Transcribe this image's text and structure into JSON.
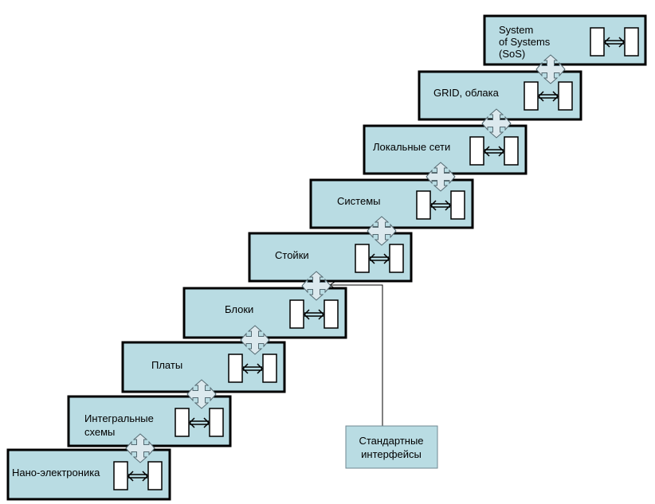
{
  "levels": [
    {
      "id": "nano",
      "label_lines": [
        "Нано-электроника"
      ]
    },
    {
      "id": "ic",
      "label_lines": [
        "Интегральные",
        "схемы"
      ]
    },
    {
      "id": "boards",
      "label_lines": [
        "Платы"
      ]
    },
    {
      "id": "blocks",
      "label_lines": [
        "Блоки"
      ]
    },
    {
      "id": "racks",
      "label_lines": [
        "Стойки"
      ]
    },
    {
      "id": "systems",
      "label_lines": [
        "Системы"
      ]
    },
    {
      "id": "lan",
      "label_lines": [
        "Локальные сети"
      ]
    },
    {
      "id": "grid",
      "label_lines": [
        "GRID, облака"
      ]
    },
    {
      "id": "sos",
      "label_lines": [
        "System",
        "of Systems",
        "(SoS)"
      ]
    }
  ],
  "callout": {
    "label_lines": [
      "Стандартные",
      "интерфейсы"
    ]
  },
  "colors": {
    "box_fill": "#b9dce3",
    "connector_fill": "#dce9ee",
    "outline": "#000000"
  }
}
